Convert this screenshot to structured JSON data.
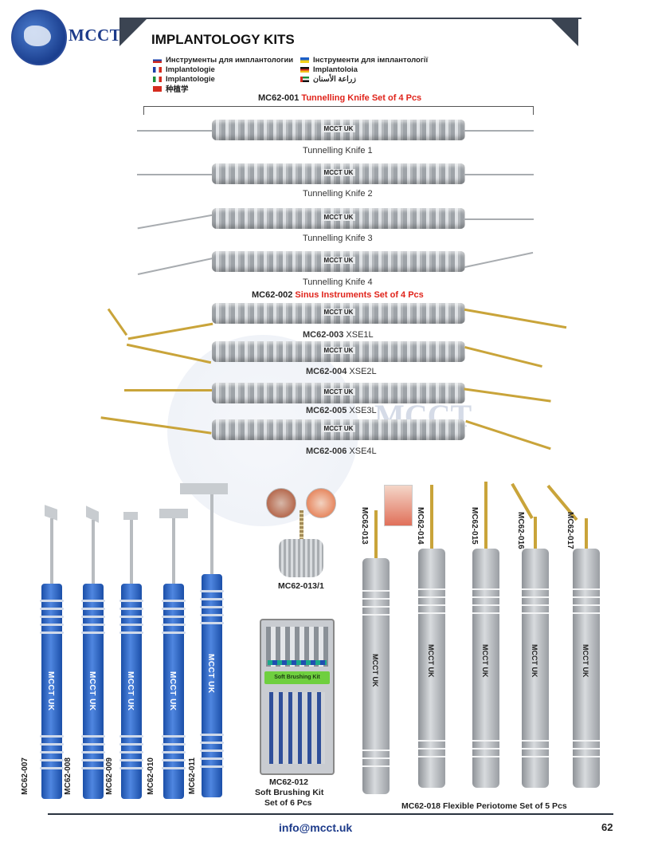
{
  "header": {
    "logo_text": "MCCT",
    "title": "IMPLANTOLOGY KITS"
  },
  "languages": [
    {
      "label": "Инструменты для имплантологии",
      "flag": [
        "#ffffff",
        "#1c3fa8",
        "#d52b1e"
      ]
    },
    {
      "label": "Інструменти для імплантології",
      "flag": [
        "#1c5fc8",
        "#f3d21a"
      ]
    },
    {
      "label": "Implantologie",
      "flag": [
        "#1c3fa8",
        "#ffffff",
        "#d52b1e"
      ]
    },
    {
      "label": "Implantoloia",
      "flag": [
        "#111111",
        "#d52b1e",
        "#f3c21a"
      ]
    },
    {
      "label": "Implantologie",
      "flag": [
        "#1f8f3a",
        "#ffffff",
        "#d52b1e"
      ]
    },
    {
      "label": "زراعة الأسنان",
      "flag": [
        "#1f8f3a",
        "#ffffff",
        "#111111"
      ]
    },
    {
      "label": "种植学",
      "flag": [
        "#d52b1e"
      ]
    }
  ],
  "kit1": {
    "code": "MC62-001",
    "name": "Tunnelling Knife Set of 4 Pcs",
    "items": [
      {
        "caption": "Tunnelling Knife 1",
        "brand": "MCCT UK"
      },
      {
        "caption": "Tunnelling Knife 2",
        "brand": "MCCT UK"
      },
      {
        "caption": "Tunnelling Knife 3",
        "brand": "MCCT UK"
      },
      {
        "caption": "Tunnelling Knife 4",
        "brand": "MCCT UK"
      }
    ]
  },
  "kit2": {
    "code": "MC62-002",
    "name": "Sinus Instruments Set of 4 Pcs",
    "items": [
      {
        "code": "MC62-003",
        "model": "XSE1L",
        "brand": "MCCT UK"
      },
      {
        "code": "MC62-004",
        "model": "XSE2L",
        "brand": "MCCT UK"
      },
      {
        "code": "MC62-005",
        "model": "XSE3L",
        "brand": "MCCT UK"
      },
      {
        "code": "MC62-006",
        "model": "XSE4L",
        "brand": "MCCT UK"
      }
    ]
  },
  "scrapers": [
    {
      "code": "MC62-007",
      "brand": "MCCT UK"
    },
    {
      "code": "MC62-008",
      "brand": "MCCT UK"
    },
    {
      "code": "MC62-009",
      "brand": "MCCT UK"
    },
    {
      "code": "MC62-010",
      "brand": "MCCT UK"
    },
    {
      "code": "MC62-011",
      "brand": "MCCT UK"
    }
  ],
  "screw": {
    "code": "MC62-013/1"
  },
  "brush_kit": {
    "box_label": "Soft Brushing Kit",
    "code": "MC62-012",
    "line1": "Soft Brushing Kit",
    "line2": "Set of 6 Pcs"
  },
  "periotomes": {
    "items": [
      {
        "code": "MC62-013",
        "brand": "MCCT UK"
      },
      {
        "code": "MC62-014",
        "brand": "MCCT UK"
      },
      {
        "code": "MC62-015",
        "brand": "MCCT UK"
      },
      {
        "code": "MC62-016",
        "brand": "MCCT UK"
      },
      {
        "code": "MC62-017",
        "brand": "MCCT UK"
      }
    ],
    "set_caption": "MC62-018 Flexible Periotome Set of 5 Pcs"
  },
  "footer": {
    "email": "info@mcct.uk",
    "page_number": "62"
  }
}
